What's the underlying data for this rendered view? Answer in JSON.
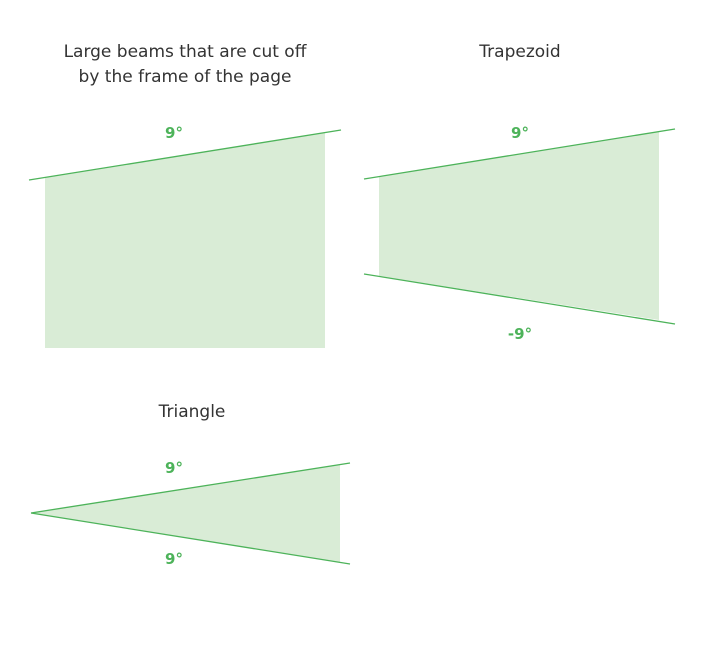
{
  "figures": [
    {
      "caption": "Large beams that are cut off\nby the frame of the page",
      "top_angle": "9°"
    },
    {
      "caption": "Trapezoid",
      "top_angle": "9°",
      "bottom_angle": "-9°"
    },
    {
      "caption": "Triangle",
      "top_angle": "9°",
      "bottom_angle": "9°"
    }
  ],
  "colors": {
    "fill": "#d9ecd6",
    "line": "#4db35a",
    "angle_text": "#4db35a",
    "caption_text": "#333333"
  }
}
